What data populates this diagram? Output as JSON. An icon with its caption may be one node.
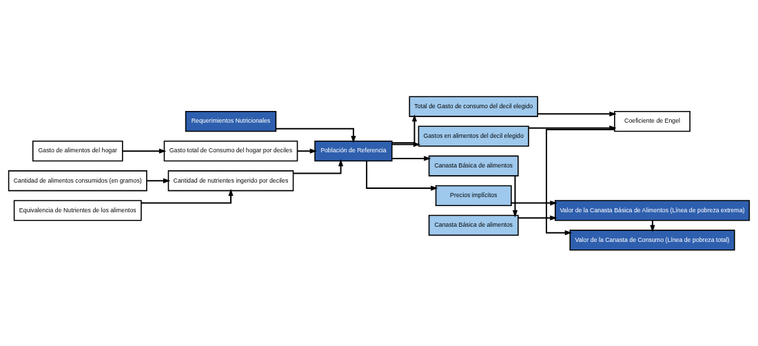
{
  "diagram": {
    "nodes": [
      {
        "text": [
          "Requerimientos Nutricionales"
        ]
      },
      {
        "text": [
          "Gasto de alimentos del hogar"
        ]
      },
      {
        "text": [
          "Gasto total de Consumo del hogar por deciles"
        ]
      },
      {
        "text": [
          "Cantidad de alimentos consumidos (en gramos)"
        ]
      },
      {
        "text": [
          "Equivalencia de Nutrientes de los alimentos"
        ]
      },
      {
        "text": [
          "Cantidad de nutrientes ingerido por deciles"
        ]
      },
      {
        "text": [
          "Población de Referencia"
        ]
      },
      {
        "text": [
          "Total de Gasto de consumo del decil elegido"
        ]
      },
      {
        "text": [
          "Gastos en alimentos del decil elegido"
        ]
      },
      {
        "text": [
          "Canasta Básica de alimentos"
        ]
      },
      {
        "text": [
          "Canasta Básica de alimentos"
        ]
      },
      {
        "text": [
          "Precios implícitos"
        ]
      },
      {
        "text": [
          "Coeficiente de Engel"
        ]
      },
      {
        "text": [
          "Valor de la Canasta de Consumo (Línea de pobreza total)"
        ]
      },
      {
        "text": [
          "Valor de la Canasta Básica de Alimentos (Línea de pobreza extrema)"
        ]
      }
    ],
    "edges": [
      {
        "from": 1,
        "to": 2,
        "arrow": "to"
      },
      {
        "from": 3,
        "to": 5,
        "arrow": "to"
      },
      {
        "from": 4,
        "to": 5,
        "arrow": "to"
      },
      {
        "from": 0,
        "to": 6,
        "arrow": "to"
      },
      {
        "from": 2,
        "to": 6,
        "arrow": "to"
      },
      {
        "from": 5,
        "to": 6,
        "arrow": "to"
      },
      {
        "from": 6,
        "to": 7,
        "arrow": "to"
      },
      {
        "from": 6,
        "to": 8,
        "arrow": "to"
      },
      {
        "from": 6,
        "to": 9,
        "arrow": "to"
      },
      {
        "from": 6,
        "to": 11,
        "arrow": "to"
      },
      {
        "from": 9,
        "to": 10,
        "arrow": "to"
      },
      {
        "from": 7,
        "to": 12,
        "arrow": "to"
      },
      {
        "from": 8,
        "to": 12,
        "arrow": "to"
      },
      {
        "from": 10,
        "to": 14,
        "arrow": "to"
      },
      {
        "from": 11,
        "to": 14,
        "arrow": "to"
      },
      {
        "from": 12,
        "to": 13,
        "arrow": "to"
      },
      {
        "from": 14,
        "to": 13,
        "arrow": "to"
      }
    ]
  }
}
